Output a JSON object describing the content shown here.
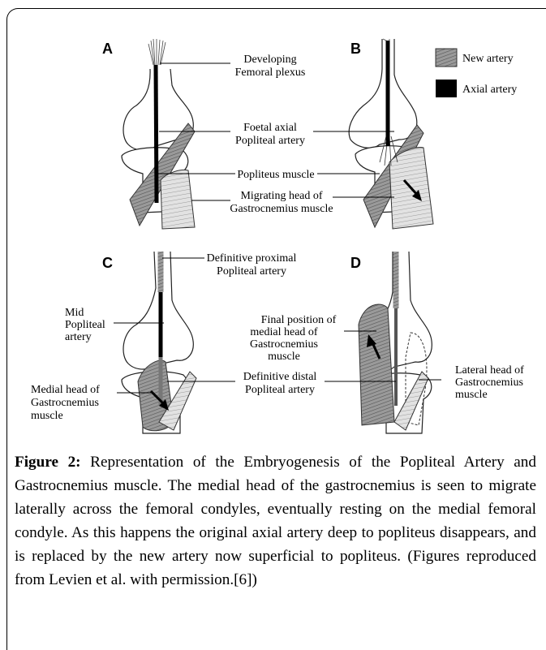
{
  "figure": {
    "panels": [
      "A",
      "B",
      "C",
      "D"
    ],
    "legend": {
      "new_artery": "New artery",
      "axial_artery": "Axial artery"
    },
    "labels_a": {
      "developing_1": "Developing",
      "developing_2": "Femoral plexus",
      "foetal_1": "Foetal axial",
      "foetal_2": "Popliteal artery",
      "popliteus": "Popliteus muscle",
      "migrating_1": "Migrating head of",
      "migrating_2": "Gastrocnemius muscle"
    },
    "labels_c": {
      "defprox_1": "Definitive proximal",
      "defprox_2": "Popliteal artery",
      "mid_1": "Mid",
      "mid_2": "Popliteal",
      "mid_3": "artery",
      "medial_1": "Medial head of",
      "medial_2": "Gastrocnemius",
      "medial_3": "muscle",
      "defdist_1": "Definitive distal",
      "defdist_2": "Popliteal artery"
    },
    "labels_d": {
      "final_1": "Final position of",
      "final_2": "medial head of",
      "final_3": "Gastrocnemius",
      "final_4": "muscle",
      "lateral_1": "Lateral head of",
      "lateral_2": "Gastrocnemius",
      "lateral_3": "muscle"
    }
  },
  "caption": {
    "label": "Figure 2:",
    "text": " Representation of the Embryogenesis of the Popliteal Artery and Gastrocnemius muscle. The medial head of the gastrocnemius is seen to migrate laterally across the femoral condyles, eventually resting on the medial femoral condyle. As this happens the original axial artery deep to popliteus disappears, and is replaced by the new artery now superficial to popliteus. (Figures reproduced from Levien et al. with permission.[6])"
  },
  "colors": {
    "new_artery": "#8a8a8a",
    "axial_artery": "#000000",
    "muscle_light": "#d9d9d9"
  }
}
